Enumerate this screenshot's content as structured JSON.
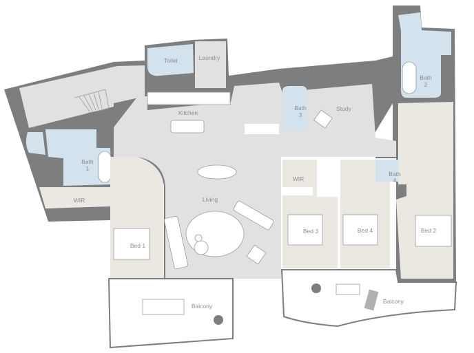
{
  "plan": {
    "rooms": {
      "toilet": "Toilet",
      "laundry": "Laundry",
      "kitchen": "Kitchen",
      "study": "Study",
      "bath1_a": "Bath",
      "bath1_b": "1",
      "bath2_a": "Bath",
      "bath2_b": "2",
      "bath3_a": "Bath",
      "bath3_b": "3",
      "bath4_a": "Bath",
      "bath4_b": "4",
      "wir1": "WIR",
      "wir2": "WIR",
      "living": "Living",
      "bed1": "Bed 1",
      "bed2": "Bed 2",
      "bed3": "Bed 3",
      "bed4": "Bed 4",
      "balcony1": "Balcony",
      "balcony2": "Balcony"
    },
    "colors": {
      "wall": "#7d7e80",
      "living_floor": "#e1e1e2",
      "wet_area": "#d3e2ec",
      "bedroom_floor": "#ebe8e1",
      "label": "#8a8e96"
    }
  }
}
